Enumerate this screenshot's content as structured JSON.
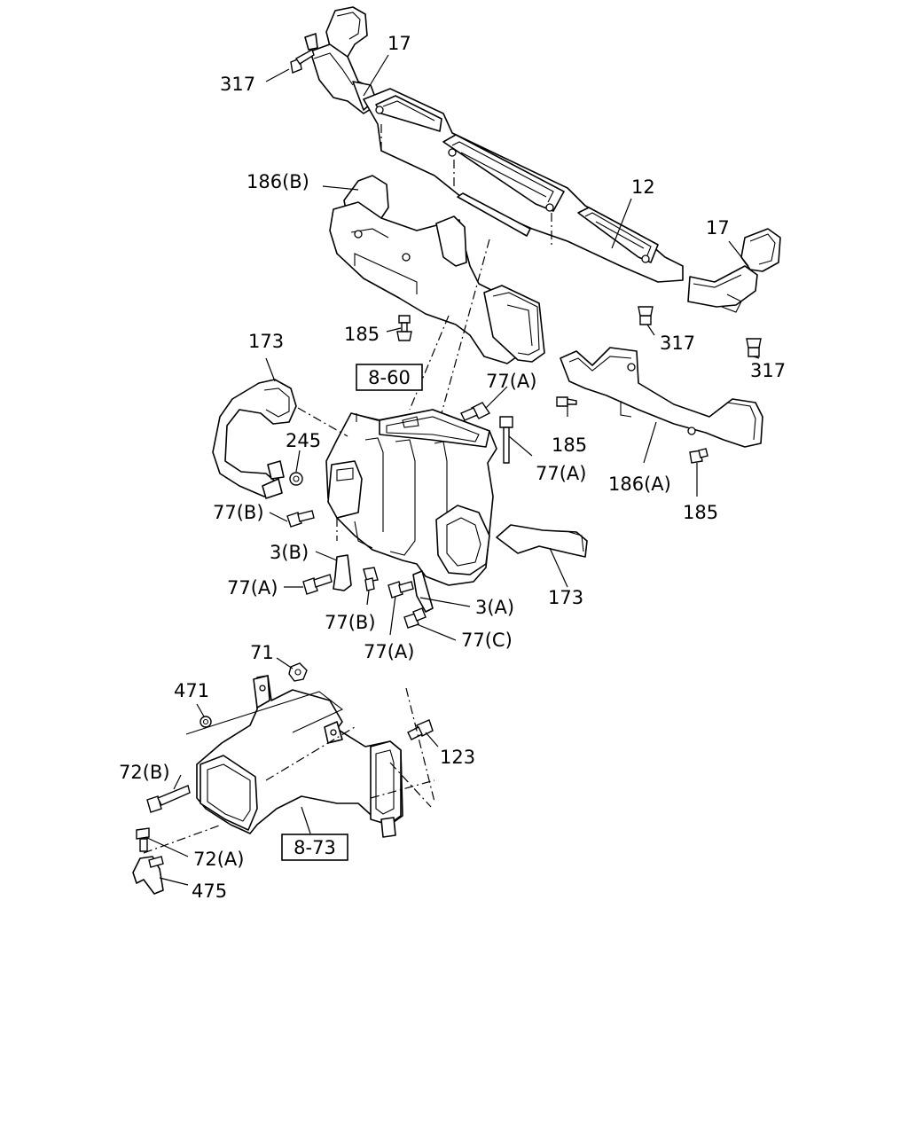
{
  "callouts": {
    "c317_top": "317",
    "c17_top": "17",
    "c186b": "186(B)",
    "c12": "12",
    "c17_right": "17",
    "c185_mid": "185",
    "c317_mid": "317",
    "c317_right": "317",
    "c173_top": "173",
    "c77a_top": "77(A)",
    "c185_a": "185",
    "c245": "245",
    "c77a_b": "77(A)",
    "c186a": "186(A)",
    "c77b_left": "77(B)",
    "c185_b": "185",
    "c3b": "3(B)",
    "c173_bottom": "173",
    "c77a_left": "77(A)",
    "c3a": "3(A)",
    "c77b_bottom": "77(B)",
    "c77c": "77(C)",
    "c77a_bottom": "77(A)",
    "c71": "71",
    "c471": "471",
    "c123": "123",
    "c72b": "72(B)",
    "c72a": "72(A)",
    "c475": "475"
  },
  "references": {
    "ref_860": "8-60",
    "ref_873": "8-73"
  }
}
